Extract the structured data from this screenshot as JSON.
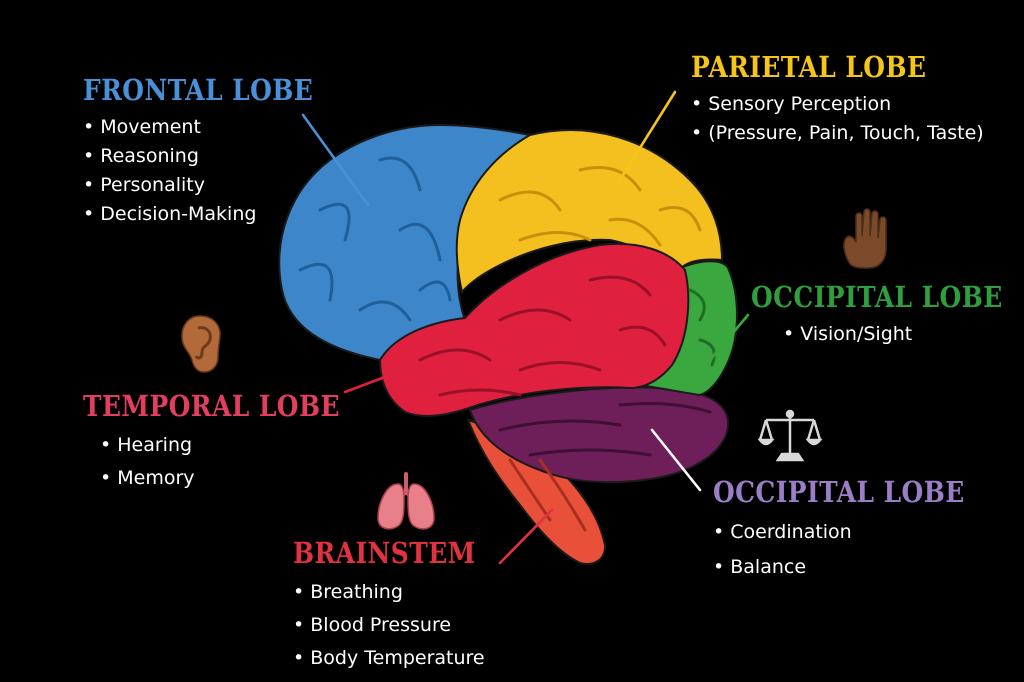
{
  "colors": {
    "background": "#000000",
    "frontal": "#3d86c9",
    "parietal": "#f4c020",
    "occipital": "#3aa83e",
    "temporal": "#e0203f",
    "cerebellum": "#6e1f5a",
    "brainstem": "#e8503a",
    "title_frontal": "#4a90d9",
    "title_parietal": "#f5c518",
    "title_occipital": "#2e9e3e",
    "title_temporal": "#e23f5e",
    "title_cerebellum": "#9b7fc6",
    "title_brainstem": "#e1323f"
  },
  "regions": {
    "frontal": {
      "title": "FRONTAL LOBE",
      "items": [
        "Movement",
        "Reasoning",
        "Personality",
        "Decision-Making"
      ]
    },
    "parietal": {
      "title": "PARIETAL LOBE",
      "items": [
        "Sensory Perception",
        "(Pressure, Pain, Touch, Taste)"
      ]
    },
    "occipital": {
      "title": "OCCIPITAL LOBE",
      "items": [
        "Vision/Sight"
      ]
    },
    "temporal": {
      "title": "TEMPORAL LOBE",
      "items": [
        "Hearing",
        "Memory"
      ]
    },
    "cerebellum": {
      "title": "OCCIPITAL LOBE",
      "items": [
        "Coerdination",
        "Balance"
      ]
    },
    "brainstem": {
      "title": "BRAINSTEM",
      "items": [
        "Breathing",
        "Blood Pressure",
        "Body Temperature"
      ]
    }
  },
  "icons": [
    "hand-icon",
    "ear-icon",
    "scales-icon",
    "lungs-icon"
  ]
}
